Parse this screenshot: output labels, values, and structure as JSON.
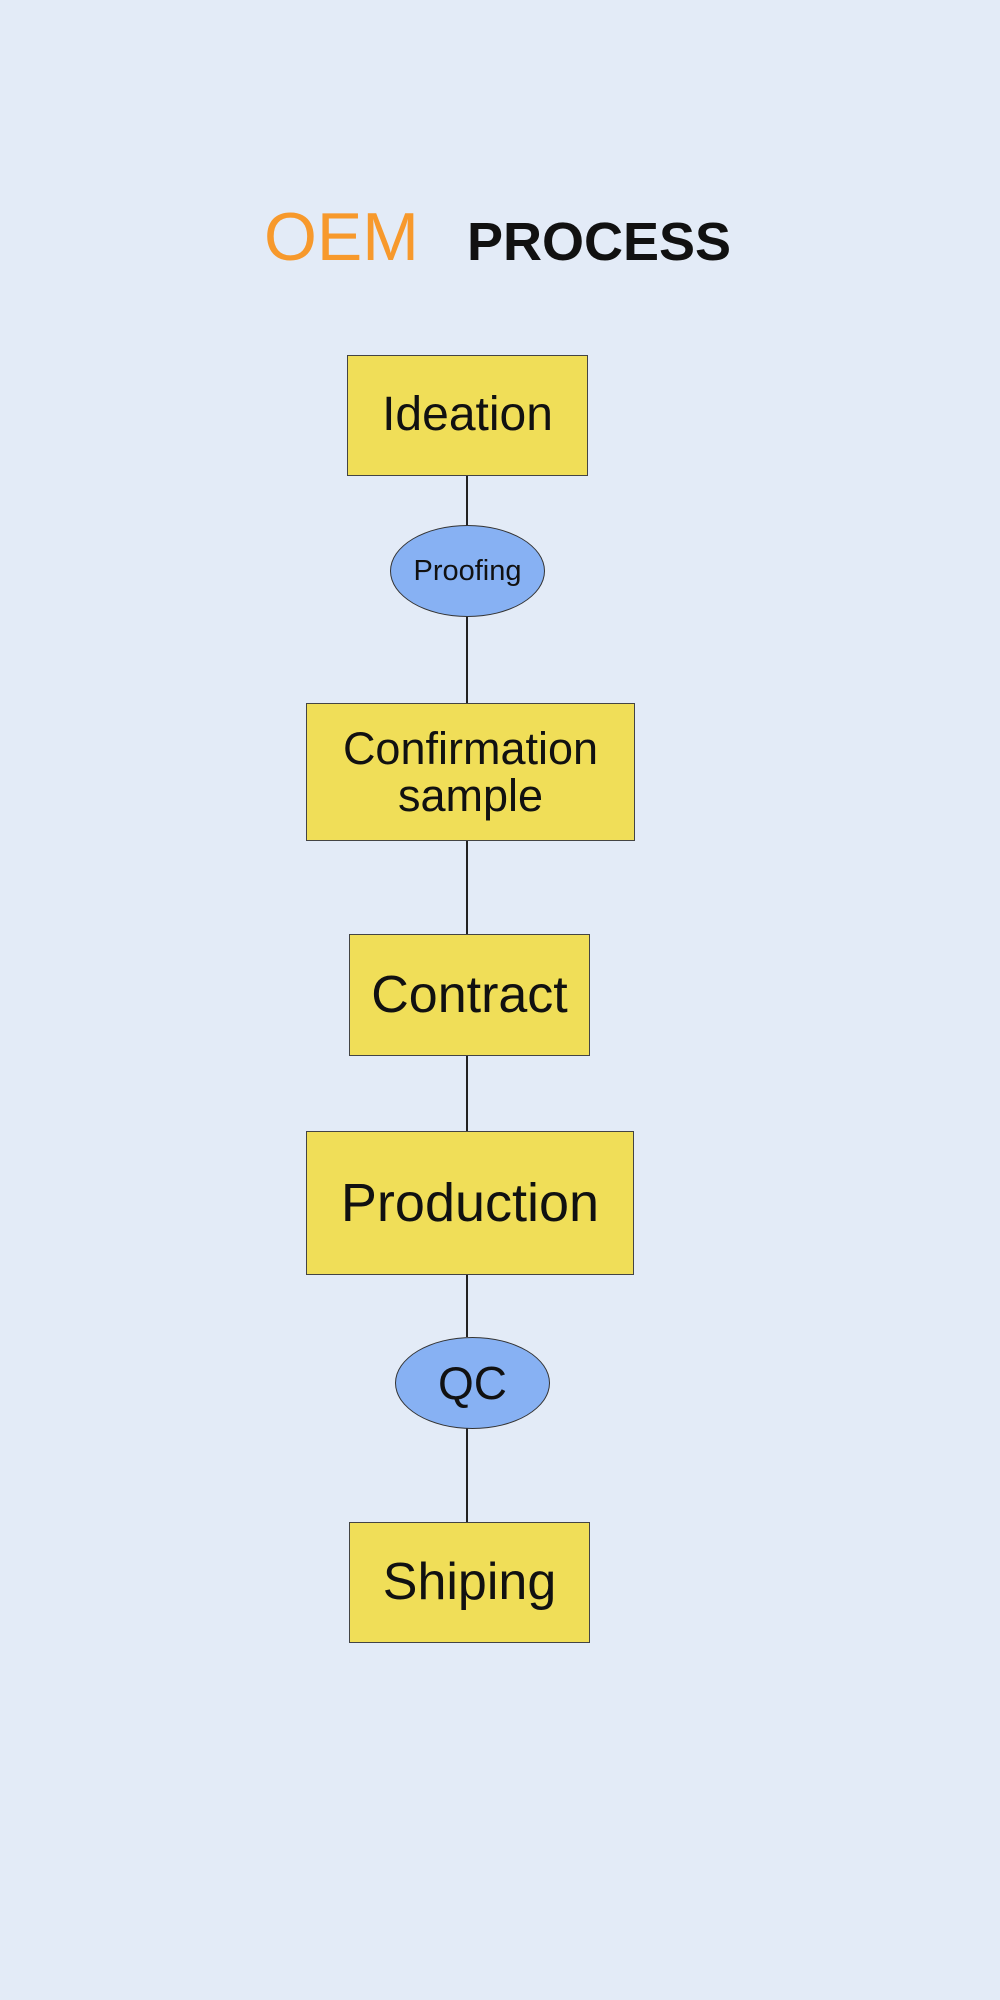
{
  "title": {
    "oem": "OEM",
    "process": "PROCESS"
  },
  "colors": {
    "background": "#e3ebf7",
    "box_fill": "#f0de58",
    "ellipse_fill": "#87b1f3",
    "title_accent": "#f7992c"
  },
  "steps": {
    "ideation": "Ideation",
    "proofing": "Proofing",
    "confirmation_sample": "Confirmation\nsample",
    "contract": "Contract",
    "production": "Production",
    "qc": "QC",
    "shiping": "Shiping"
  }
}
